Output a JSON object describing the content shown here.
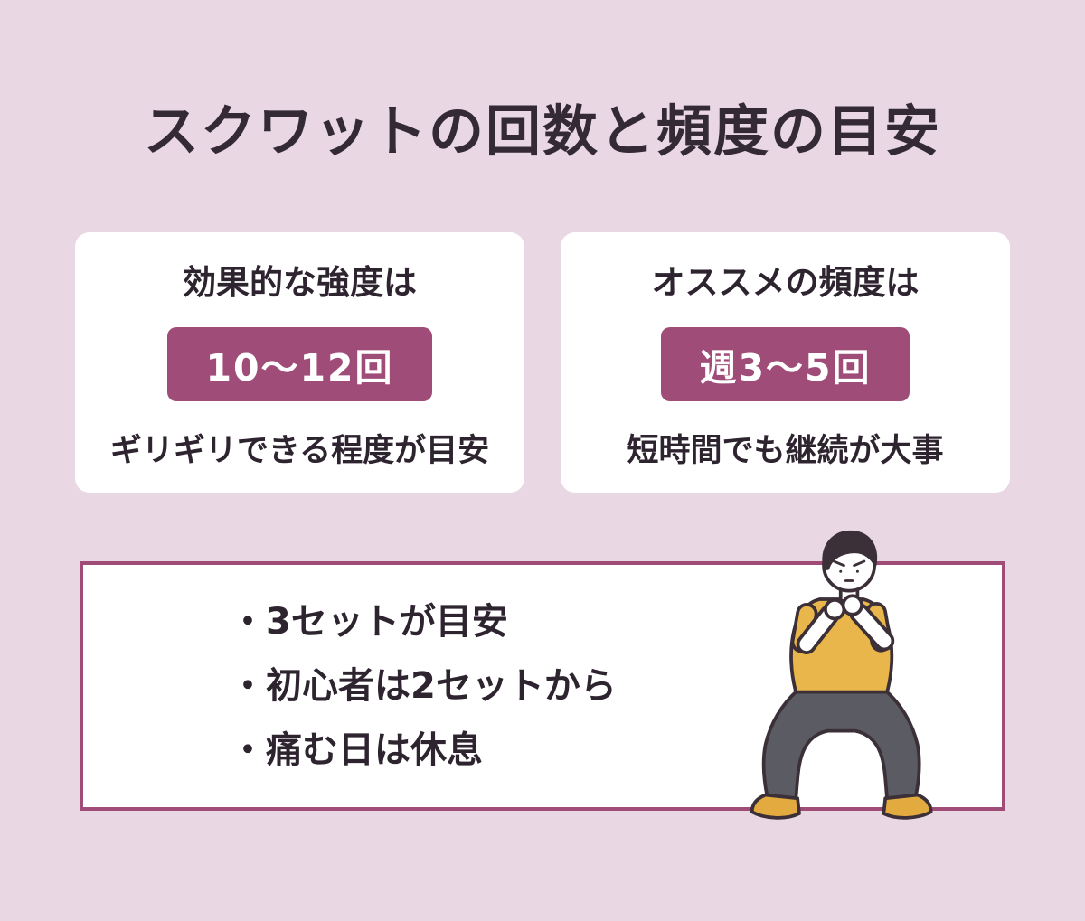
{
  "title": "スクワットの回数と頻度の目安",
  "cards": [
    {
      "heading": "効果的な強度は",
      "badge": "10〜12回",
      "note": "ギリギリできる程度が目安"
    },
    {
      "heading": "オススメの頻度は",
      "badge": "週3〜5回",
      "note": "短時間でも継続が大事"
    }
  ],
  "tips": {
    "items": [
      "・3セットが目安",
      "・初心者は2セットから",
      "・痛む日は休息"
    ]
  },
  "illustration": "squatting-man",
  "colors": {
    "background": "#e9d7e3",
    "accent": "#a04c78",
    "text": "#322733",
    "card_background": "#ffffff",
    "shirt": "#e8b64a",
    "pants": "#5b5b63",
    "shoes": "#e3aa3f"
  }
}
